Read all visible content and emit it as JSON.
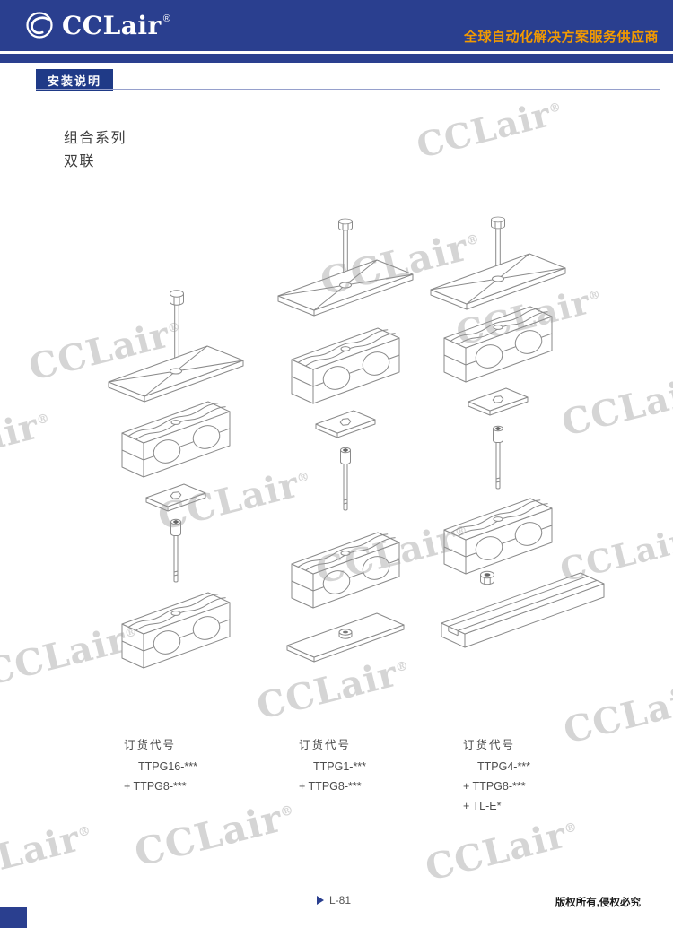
{
  "header": {
    "logo": {
      "text": "CCLair",
      "reg": "®"
    },
    "tagline": "全球自动化解决方案服务供应商"
  },
  "section": {
    "badge": "安装说明"
  },
  "content": {
    "series_title": "组合系列",
    "series_subtitle": "双联",
    "order_columns": [
      {
        "label": "订货代号",
        "lines": [
          "TTPG16-***",
          "+ TTPG8-***"
        ]
      },
      {
        "label": "订货代号",
        "lines": [
          "TTPG1-***",
          "+ TTPG8-***"
        ]
      },
      {
        "label": "订货代号",
        "lines": [
          "TTPG4-***",
          "+ TTPG8-***",
          "+ TL-E*"
        ]
      }
    ]
  },
  "watermark": {
    "text": "CCLair",
    "reg": "®"
  },
  "footer": {
    "page_marker": "L-81",
    "copyright": "版权所有,侵权必究"
  },
  "colors": {
    "header_blue": "#2a3f8f",
    "accent_orange": "#f39a00",
    "drawing_line": "#8a8a8a"
  }
}
